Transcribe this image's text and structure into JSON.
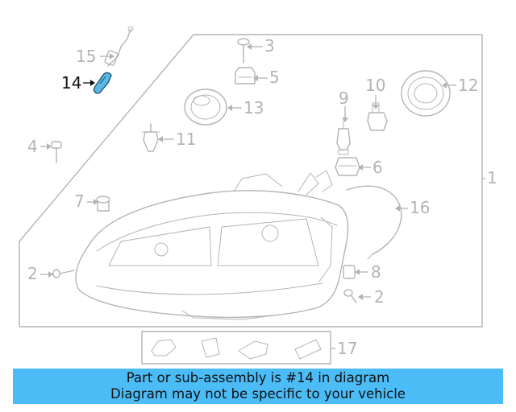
{
  "callouts": [
    {
      "id": "c1",
      "text": "1"
    },
    {
      "id": "c2a",
      "text": "2"
    },
    {
      "id": "c2b",
      "text": "2"
    },
    {
      "id": "c3",
      "text": "3"
    },
    {
      "id": "c4",
      "text": "4"
    },
    {
      "id": "c5",
      "text": "5"
    },
    {
      "id": "c6",
      "text": "6"
    },
    {
      "id": "c7",
      "text": "7"
    },
    {
      "id": "c8",
      "text": "8"
    },
    {
      "id": "c9",
      "text": "9"
    },
    {
      "id": "c10",
      "text": "10"
    },
    {
      "id": "c11",
      "text": "11"
    },
    {
      "id": "c12",
      "text": "12"
    },
    {
      "id": "c13",
      "text": "13"
    },
    {
      "id": "c14",
      "text": "14"
    },
    {
      "id": "c15",
      "text": "15"
    },
    {
      "id": "c16",
      "text": "16"
    },
    {
      "id": "c17",
      "text": "17"
    }
  ],
  "highlighted_part": "14",
  "colors": {
    "banner": "#4cbcf6",
    "highlight_part": "#5ab8e6",
    "line_art": "#b4b4b4",
    "highlight_text": "#111111"
  },
  "banner": {
    "line1": "Part or sub-assembly is #14 in diagram",
    "line2": "Diagram may not be specific to your vehicle"
  }
}
